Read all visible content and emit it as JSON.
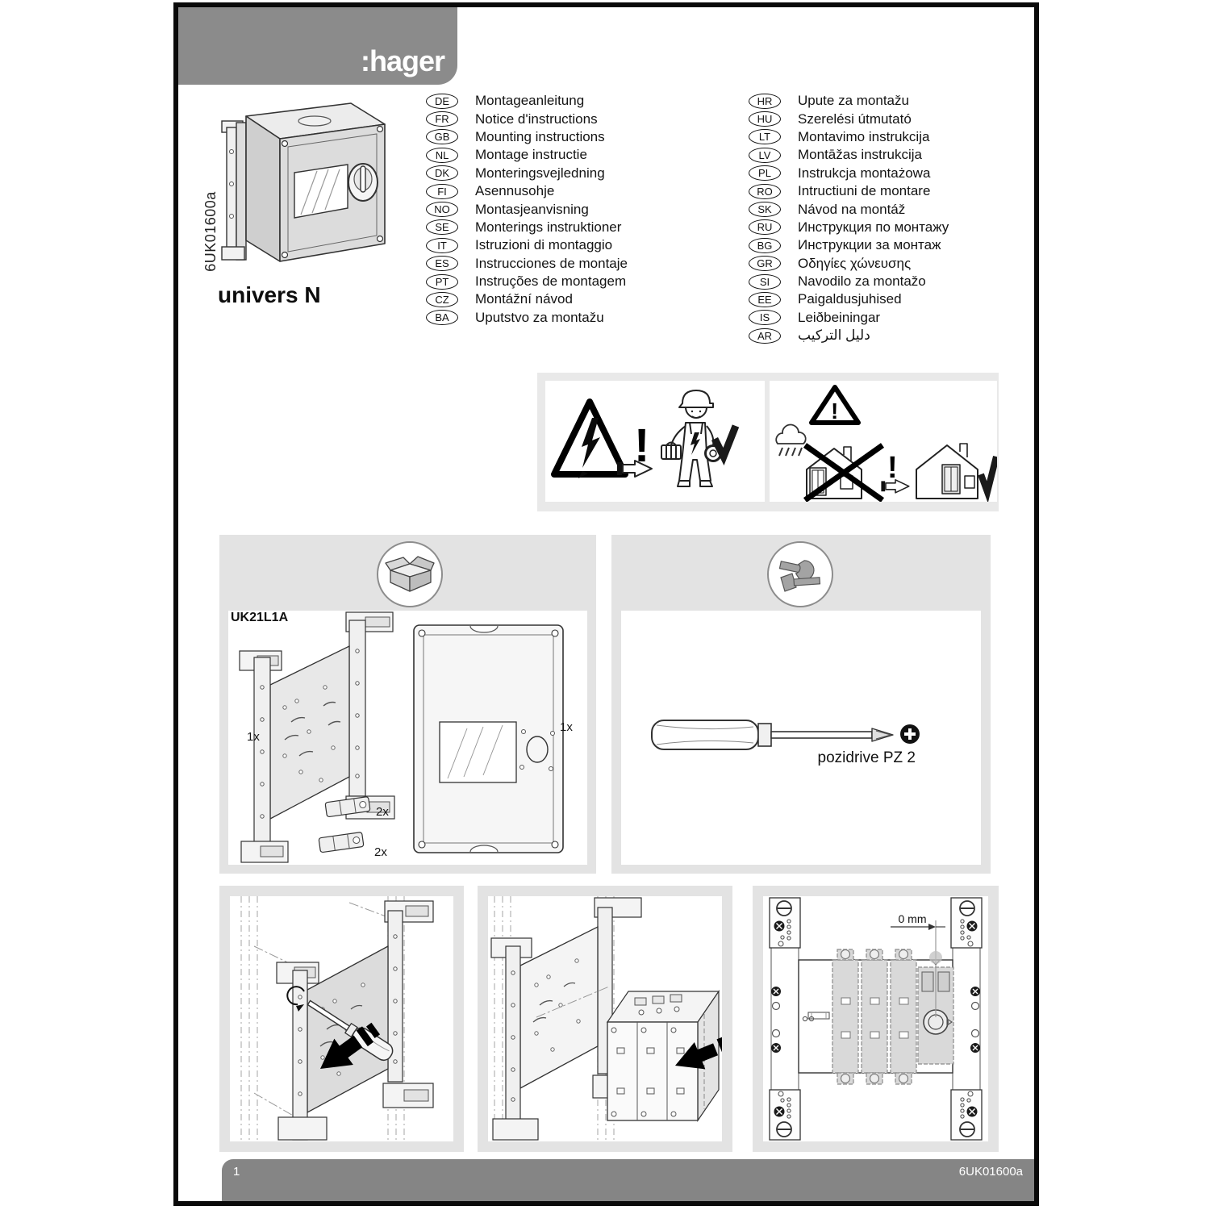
{
  "header": {
    "logo": ":hager",
    "bg": "#8b8b8b"
  },
  "product": {
    "code_vertical": "6UK01600a",
    "name": "univers N"
  },
  "languages": {
    "left": [
      {
        "code": "DE",
        "label": "Montageanleitung"
      },
      {
        "code": "FR",
        "label": "Notice d'instructions"
      },
      {
        "code": "GB",
        "label": "Mounting instructions"
      },
      {
        "code": "NL",
        "label": "Montage instructie"
      },
      {
        "code": "DK",
        "label": "Monteringsvejledning"
      },
      {
        "code": "FI",
        "label": "Asennusohje"
      },
      {
        "code": "NO",
        "label": "Montasjeanvisning"
      },
      {
        "code": "SE",
        "label": "Monterings instruktioner"
      },
      {
        "code": "IT",
        "label": "Istruzioni di montaggio"
      },
      {
        "code": "ES",
        "label": "Instrucciones de montaje"
      },
      {
        "code": "PT",
        "label": "Instruções de montagem"
      },
      {
        "code": "CZ",
        "label": "Montážní návod"
      },
      {
        "code": "BA",
        "label": "Uputstvo za montažu"
      }
    ],
    "right": [
      {
        "code": "HR",
        "label": "Upute za montažu"
      },
      {
        "code": "HU",
        "label": "Szerelési útmutató"
      },
      {
        "code": "LT",
        "label": "Montavimo instrukcija"
      },
      {
        "code": "LV",
        "label": "Montāžas instrukcija"
      },
      {
        "code": "PL",
        "label": "Instrukcja montażowa"
      },
      {
        "code": "RO",
        "label": "Intructiuni de montare"
      },
      {
        "code": "SK",
        "label": "Návod na montáž"
      },
      {
        "code": "RU",
        "label": "Инструкция по монтажу"
      },
      {
        "code": "BG",
        "label": "Инструкции за монтаж"
      },
      {
        "code": "GR",
        "label": "Οδηγίες χώνευσης"
      },
      {
        "code": "SI",
        "label": "Navodilo za montažo"
      },
      {
        "code": "EE",
        "label": "Paigaldusjuhised"
      },
      {
        "code": "IS",
        "label": "Leiðbeiningar"
      },
      {
        "code": "AR",
        "label": "دليل التركيب"
      }
    ]
  },
  "package_panel": {
    "ref": "UK21L1A",
    "qty_plate": "1x",
    "qty_connector_top": "2x",
    "qty_connector_bottom": "2x",
    "qty_cover": "1x"
  },
  "tools_panel": {
    "tool": "pozidrive PZ 2"
  },
  "step_align": {
    "dimension": "0 mm"
  },
  "footer": {
    "page_number": "1",
    "doc_ref": "6UK01600a"
  },
  "colors": {
    "header_gray": "#8b8b8b",
    "footer_gray": "#858585",
    "panel_gray": "#e3e3e3",
    "warn_gray": "#e9e9e9",
    "border_black": "#0a0a0a"
  }
}
